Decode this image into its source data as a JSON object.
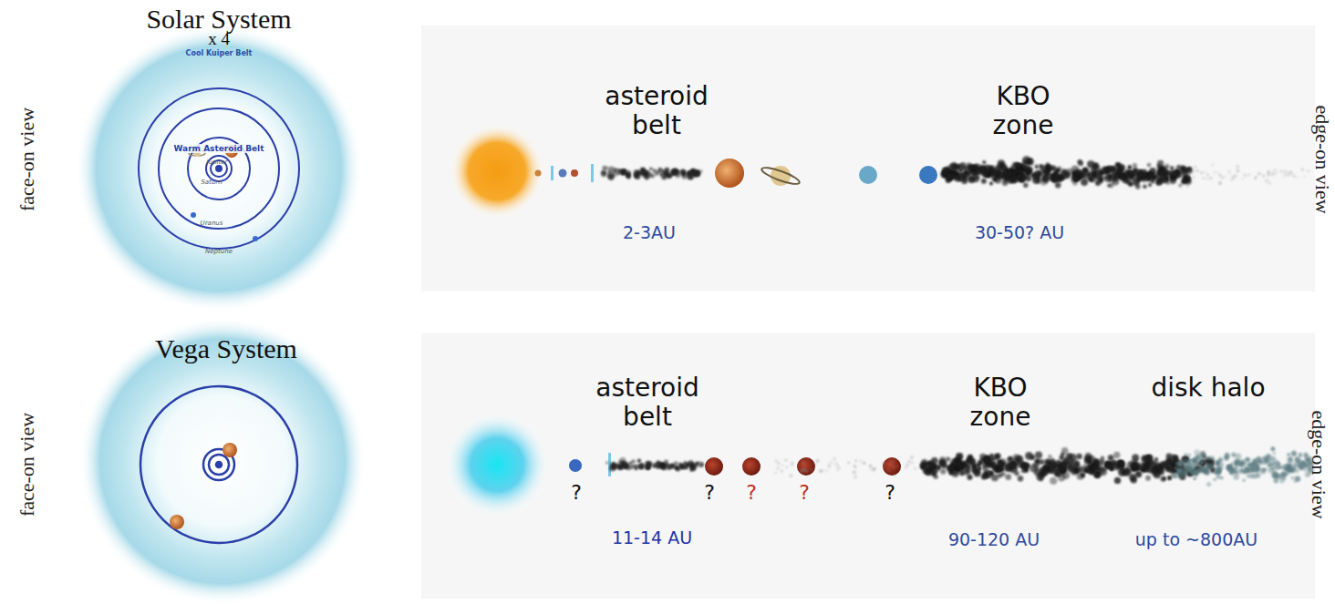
{
  "diagram": {
    "labels": [
      "Solar System",
      "x 4",
      "Cool Kuiper Belt",
      "Warm Asteroid Belt",
      "Jupiter",
      "Saturn",
      "Uranus",
      "Neptune",
      "face-on view",
      "asteroid belt",
      "KBO zone",
      "2-3AU",
      "30-50? AU",
      "edge-on view",
      "Vega System",
      "face-on view",
      "asteroid belt",
      "KBO zone",
      "disk halo",
      "?",
      "?",
      "?",
      "?",
      "?",
      "11-14 AU",
      "90-120 AU",
      "up to ~800AU",
      "edge-on view"
    ]
  }
}
